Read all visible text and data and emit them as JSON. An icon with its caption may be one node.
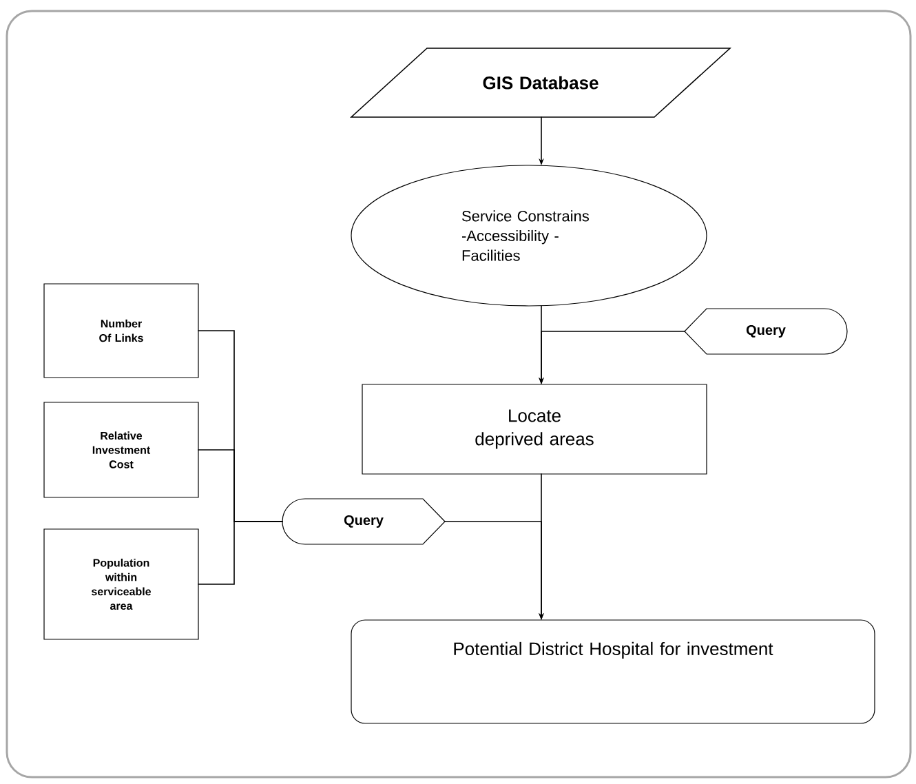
{
  "diagram": {
    "nodes": [
      {
        "text": [
          "GIS Database"
        ]
      },
      {
        "text": [
          "Service Constrains -Accessibility -Facilities"
        ]
      },
      {
        "text": [
          "Query"
        ]
      },
      {
        "text": [
          "Locate deprived areas"
        ]
      },
      {
        "text": [
          "Number Of Links"
        ]
      },
      {
        "text": [
          "Relative Investment Cost"
        ]
      },
      {
        "text": [
          "Population within serviceable area"
        ]
      },
      {
        "text": [
          "Query"
        ]
      },
      {
        "text": [
          "Potential District Hospital for investment"
        ]
      }
    ],
    "edges": [
      {
        "from": 0,
        "to": 1,
        "arrow": "to"
      },
      {
        "from": 1,
        "to": 3,
        "arrow": "to"
      },
      {
        "from": 2,
        "to": 3,
        "arrow": "to"
      },
      {
        "from": 4,
        "to": 7,
        "arrow": "none"
      },
      {
        "from": 5,
        "to": 7,
        "arrow": "none"
      },
      {
        "from": 6,
        "to": 7,
        "arrow": "none"
      },
      {
        "from": 3,
        "to": 8,
        "arrow": "to"
      },
      {
        "from": 7,
        "to": 8,
        "arrow": "to"
      }
    ]
  }
}
